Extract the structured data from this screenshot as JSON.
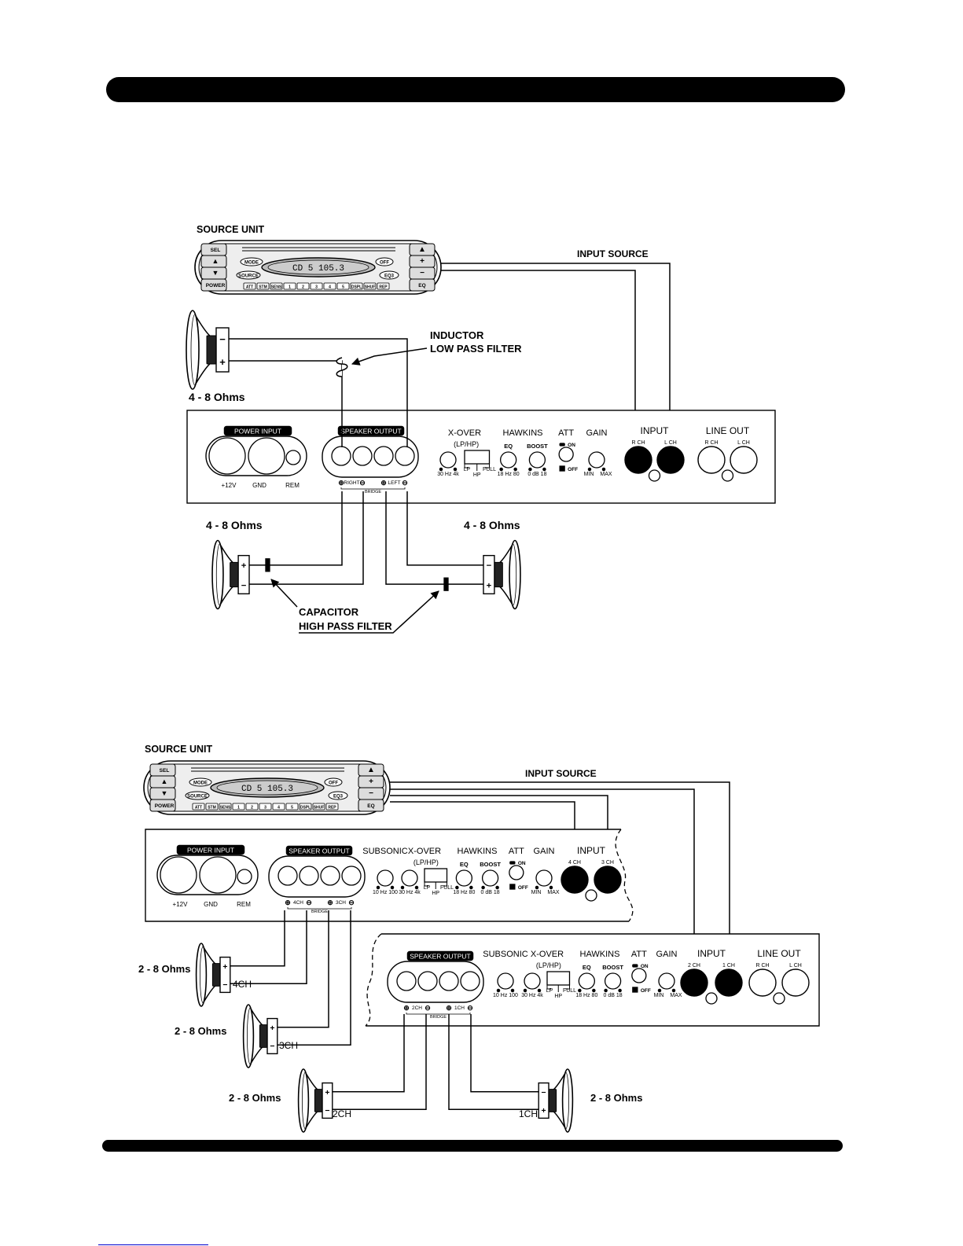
{
  "diagram1": {
    "source_label": "SOURCE UNIT",
    "input_source": "INPUT SOURCE",
    "inductor_line1": "INDUCTOR",
    "inductor_line2": "LOW PASS FILTER",
    "capacitor_line1": "CAPACITOR",
    "capacitor_line2": "HIGH PASS FILTER",
    "impedance_top": "4 - 8 Ohms",
    "impedance_left": "4 - 8 Ohms",
    "impedance_right": "4 - 8 Ohms"
  },
  "diagram2": {
    "source_label": "SOURCE UNIT",
    "input_source": "INPUT SOURCE",
    "impedance_4ch": "2 - 8 Ohms",
    "impedance_3ch": "2 - 8 Ohms",
    "impedance_2ch": "2 - 8 Ohms",
    "impedance_1ch": "2 - 8 Ohms",
    "spk_4ch": "4CH",
    "spk_3ch": "3CH",
    "spk_2ch": "2CH",
    "spk_1ch": "1CH"
  },
  "source_unit": {
    "display": "CD 5   105.3",
    "sel": "SEL",
    "up": "▲",
    "down": "▼",
    "power": "POWER",
    "eject": "▲",
    "plus": "+",
    "minus": "−",
    "eq": "EQ",
    "mode": "MODE",
    "source": "SOURCE",
    "off": "OFF",
    "eq3": "EQ3",
    "presets": [
      "ATT",
      "STM",
      "SENS",
      "1",
      "2",
      "3",
      "4",
      "5",
      "DSPL",
      "SHUF",
      "REP"
    ]
  },
  "speaker": {
    "plus": "+",
    "minus": "−"
  },
  "amp": {
    "power_input": "POWER INPUT",
    "v12": "+12V",
    "gnd": "GND",
    "rem": "REM",
    "speaker_output": "SPEAKER OUTPUT",
    "right": "RIGHT",
    "left": "LEFT",
    "bridge": "BRIDGE",
    "ch4": "4CH",
    "ch3": "3CH",
    "ch2": "2CH",
    "ch1": "1CH",
    "pos": "⊕",
    "neg": "⊖",
    "subsonic": "SUBSONIC",
    "subsonic_range": "10 Hz 100",
    "xover": "X-OVER",
    "lphp": "(LP/HP)",
    "xover_range": "30 Hz 4k",
    "lp": "LP",
    "hp": "HP",
    "full": "FULL",
    "hawkins": "HAWKINS",
    "eq": "EQ",
    "eq_range": "18 Hz 80",
    "boost": "BOOST",
    "boost_range": "0 dB 18",
    "att": "ATT",
    "on": "ON",
    "off": "OFF",
    "gain": "GAIN",
    "min": "MIN",
    "max": "MAX",
    "input": "INPUT",
    "r_ch": "R CH",
    "l_ch": "L CH",
    "in_4ch": "4 CH",
    "in_3ch": "3 CH",
    "in_2ch": "2 CH",
    "in_1ch": "1 CH",
    "line_out": "LINE OUT"
  }
}
